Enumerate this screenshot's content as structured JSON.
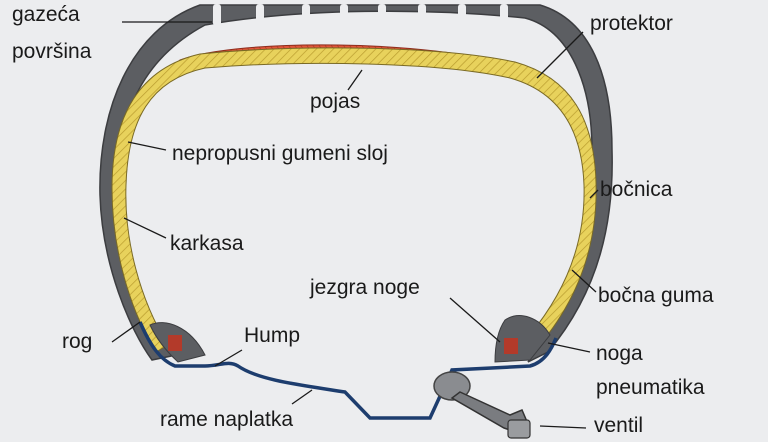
{
  "labels": {
    "gazeca": "gazeća",
    "povrsina": "površina",
    "protektor": "protektor",
    "pojas": "pojas",
    "nepropusni": "nepropusni  gumeni  sloj",
    "bocnica": "bočnica",
    "karkasa": "karkasa",
    "jezgra_noge": "jezgra noge",
    "bocna_guma": "bočna guma",
    "rog": "rog",
    "hump": "Hump",
    "noga": "noga",
    "pneumatika": "pneumatika",
    "rame_naplatka": "rame naplatka",
    "ventil": "ventil"
  },
  "colors": {
    "background": "#ecedef",
    "rubber": "#5c5e62",
    "carcass": "#e8d25c",
    "belt": "#e0563a",
    "rim": "#1d3d6e",
    "bead_core": "#b33a2a"
  }
}
